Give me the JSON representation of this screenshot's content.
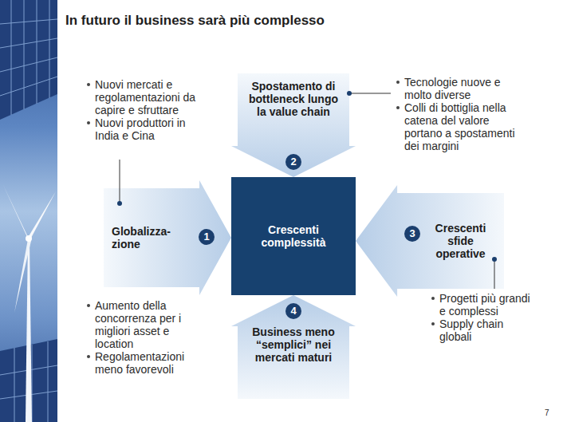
{
  "diagram": {
    "title": "In futuro il business sarà più complesso",
    "nodes": [
      {
        "text": [
          "Globalizza-zione"
        ]
      },
      {
        "text": [
          "Spostamento di bottleneck lungo la value chain"
        ]
      },
      {
        "text": [
          "Crescenti complessità"
        ]
      },
      {
        "text": [
          "Crescenti sfide operative"
        ]
      },
      {
        "text": [
          "Business meno “semplici” nei mercati maturi"
        ]
      }
    ],
    "labels": [
      "1",
      "2",
      "3",
      "4",
      "Nuovi mercati e regolamentazioni da capire e sfruttare",
      "Nuovi produttori in India e Cina",
      "Tecnologie nuove e molto diverse",
      "Colli di bottiglia nella catena del valore portano a spostamenti dei margini",
      "Aumento della concorrenza per i migliori asset e location",
      "Regolamentazioni meno favorevoli",
      "Progetti più grandi e complessi",
      "Supply chain globali",
      "7"
    ]
  }
}
